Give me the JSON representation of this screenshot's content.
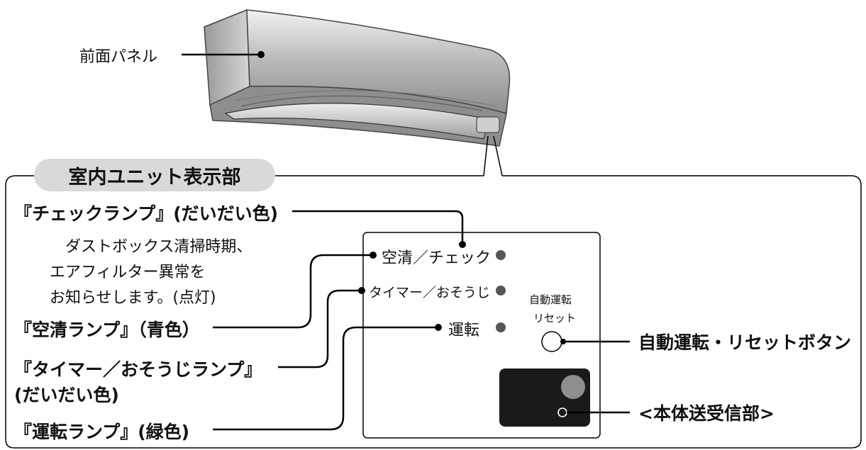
{
  "unit_labels": {
    "front_panel": "前面パネル"
  },
  "section_title": "室内ユニット表示部",
  "left_labels": {
    "check_lamp": "『チェックランプ』(だいだい色)",
    "check_desc_1": "ダストボックス清掃時期、",
    "check_desc_2": "エアフィルター異常を",
    "check_desc_3": "お知らせします。(点灯)",
    "air_clean_lamp": "『空清ランプ』（青色）",
    "timer_lamp_1": "『タイマー／おそうじランプ』",
    "timer_lamp_2": "(だいだい色)",
    "run_lamp": "『運転ランプ』(緑色)"
  },
  "panel_labels": {
    "air_clean_check": "空清／チェック",
    "timer_clean": "タイマー／おそうじ",
    "run": "運転",
    "auto_run_1": "自動運転",
    "auto_run_2": "リセット"
  },
  "right_labels": {
    "auto_reset_button": "自動運転・リセットボタン",
    "receiver": "<本体送受信部>"
  }
}
